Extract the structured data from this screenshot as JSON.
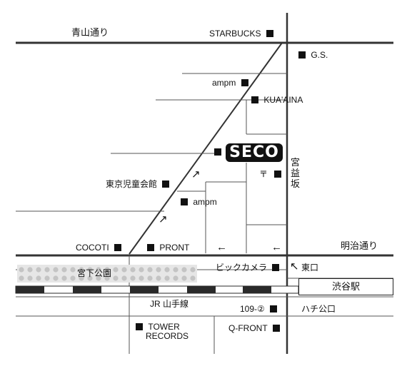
{
  "roads": {
    "aoyama": "青山通り",
    "meiji": "明治通り",
    "miyamasuzaka": "宮益坂"
  },
  "places": {
    "starbucks": "STARBUCKS",
    "gs": "G.S.",
    "ampm_top": "ampm",
    "kuaaina": "KUA'AINA",
    "post": "〒",
    "kodomo": "東京児童会館",
    "ampm_mid": "ampm",
    "cocoti": "COCOTI",
    "pront": "PRONT",
    "miyashita_park": "宮下公園",
    "bic_camera": "ビックカメラ",
    "east_exit": "東口",
    "shibuya_station": "渋谷駅",
    "jr_line": "JR 山手線",
    "store_109": "109-②",
    "hachiko": "ハチ公口",
    "tower_line1": "TOWER",
    "tower_line2": "RECORDS",
    "qfront": "Q-FRONT"
  },
  "logo": {
    "text": "SECO"
  },
  "arrows": {
    "diag_upper": "↗",
    "diag_lower": "↗",
    "left_1": "←",
    "left_2": "←",
    "east_exit_arrow": "↖"
  },
  "colors": {
    "road": "#333333",
    "rail_dark": "#2a2a2a",
    "park_fill": "#dcdcdc",
    "park_dot": "#bdbdbd",
    "marker": "#111111"
  }
}
